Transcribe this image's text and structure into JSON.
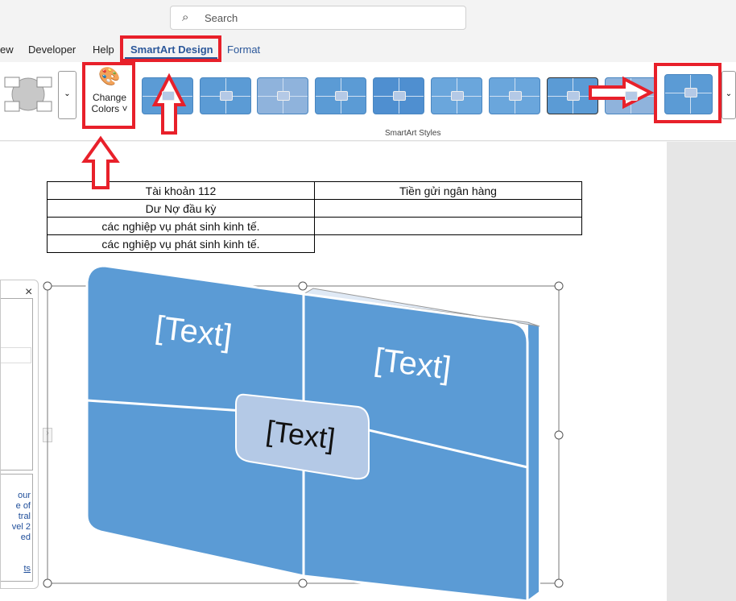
{
  "search": {
    "placeholder": "Search",
    "icon": "search-icon"
  },
  "tabs": [
    "ew",
    "Developer",
    "Help",
    "SmartArt Design",
    "Format"
  ],
  "ribbon": {
    "change_colors_line1": "Change",
    "change_colors_line2": "Colors",
    "styles_group_label": "SmartArt Styles",
    "style_count": 10,
    "selected_style_index": 9
  },
  "table": {
    "rows": [
      [
        "Tài khoản 112",
        "Tiền gửi ngân hàng"
      ],
      [
        "Dư Nợ đầu kỳ",
        ""
      ],
      [
        "các nghiệp vụ phát sinh kinh tế.",
        ""
      ],
      [
        "các nghiệp vụ phát sinh kinh tế.",
        null
      ]
    ]
  },
  "text_pane": {
    "close": "×",
    "desc_lines": [
      "our",
      "e of",
      "tral",
      "vel 2",
      "ed"
    ],
    "link": "ts"
  },
  "smartart": {
    "text1": "[Text]",
    "text2": "[Text]",
    "text3": "[Text]",
    "fill": "#5b9bd5",
    "center_fill": "#b4c9e6"
  },
  "colors": {
    "accent": "#2b579a",
    "highlight": "#e8202a"
  }
}
